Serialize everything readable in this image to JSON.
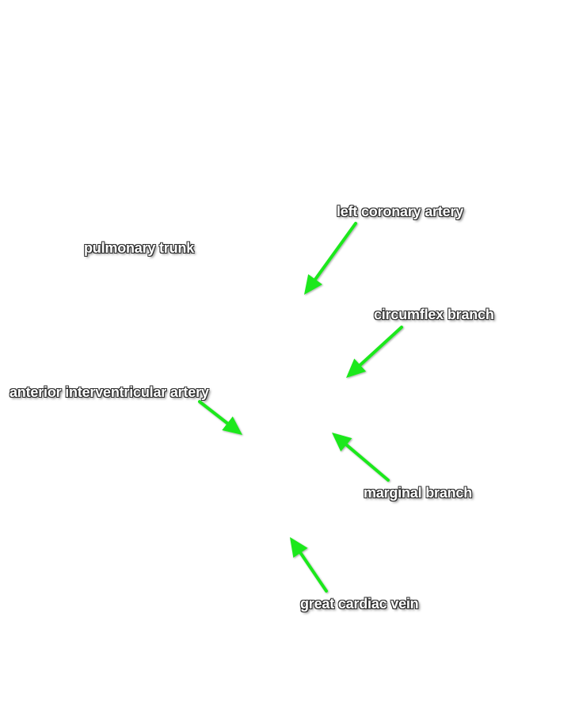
{
  "colors": {
    "background": "#ffffff",
    "arrow": "#1ee81e",
    "label_text": "#ffffff",
    "label_outline": "#2b2b2b"
  },
  "labels": {
    "left_coronary_artery": "left coronary artery",
    "pulmonary_trunk": "pulmonary trunk",
    "circumflex_branch": "circumflex branch",
    "anterior_interventricular_artery": "anterior interventricular artery",
    "marginal_branch": "marginal branch",
    "great_cardiac_vein": "great cardiac vein"
  }
}
